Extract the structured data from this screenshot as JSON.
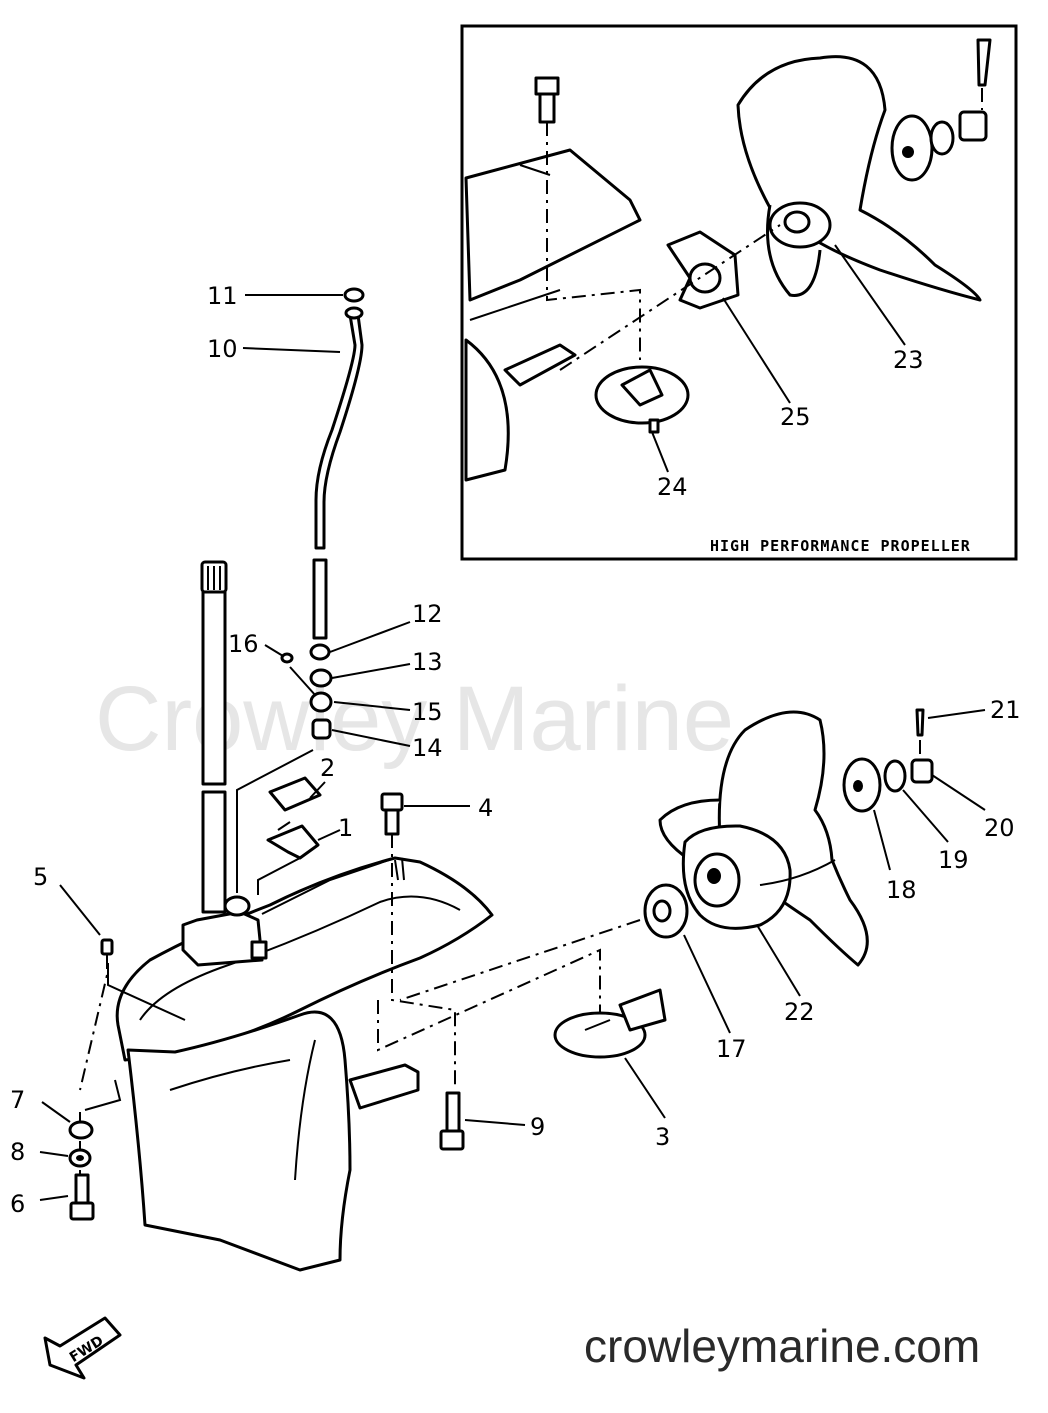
{
  "watermark": "Crowley Marine",
  "site_url": "crowleymarine.com",
  "inset_title": "HIGH PERFORMANCE PROPELLER",
  "fwd_label": "FWD",
  "labels": {
    "p1": "1",
    "p2": "2",
    "p3": "3",
    "p4": "4",
    "p5": "5",
    "p6": "6",
    "p7": "7",
    "p8": "8",
    "p9": "9",
    "p10": "10",
    "p11": "11",
    "p12": "12",
    "p13": "13",
    "p14": "14",
    "p15": "15",
    "p16": "16",
    "p17": "17",
    "p18": "18",
    "p19": "19",
    "p20": "20",
    "p21": "21",
    "p22": "22",
    "p23": "23",
    "p24": "24",
    "p25": "25"
  }
}
